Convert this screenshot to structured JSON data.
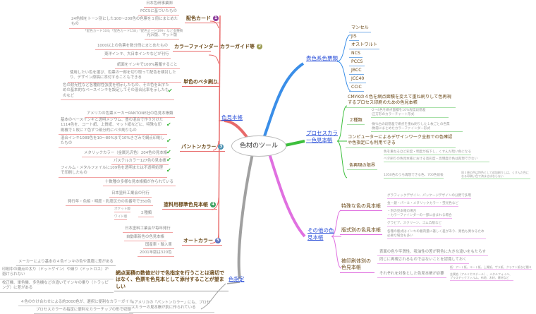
{
  "center": "色材のツール",
  "colors": {
    "red": "#e86a6a",
    "blue": "#3a8ee8",
    "green": "#3cbf3c",
    "magenta": "#e070e0",
    "gray": "#a0a0a0"
  },
  "mihoncho": {
    "label": "色見本帳",
    "haishoku": {
      "label": "配色カード",
      "badge": "1",
      "leaves": [
        "日本色研事業㈱",
        "PCCSに基づいたもの",
        "24色相をトーン別にした100～200色の色票を１冊にまとめたもの",
        "光沢版、マット版"
      ],
      "note": "「配色カード104」「配色カード158」「配色カード199」など多種類"
    },
    "finder": {
      "label": "カラーファインダー カラーガイド等",
      "badge": "2",
      "leaves": [
        "1000以上の色票を数分冊にまとめたもの",
        "東洋インキ、大日本インキなどが刊行"
      ]
    },
    "beta": {
      "label": "単色のベタ刷り",
      "leaves": [
        "紙面をインキで100%着履すること",
        "使用したい色を選び、色票の一部を切り取って配色を検討したり、デザイン原稿に添付することもできる",
        "色の耐光性など各種耐性強度を明示したもの、その色を出すための基本的なベースインキを設定してその混合比率を示したものなど"
      ]
    },
    "pantone": {
      "label": "パントンカラー",
      "badge": "3",
      "leaves": [
        "アメリカの色票メーカーPANTONE社の色見本帳類",
        "基本のベースインキと透明メジウム、墨の混合で作り分けた1114色を、コート紙、上質紙、マット紙などに、特殊な印刷機で１枚に７色ずつ部分的にベタ刷りもの",
        "混合インキ1089色を10～80%まで10%きざみで網点印刷したもの",
        "メタリックカラー（金属光沢色）204色の見本帳",
        "パステルカラー127色の見本帳",
        "フィルム・メタルフォイルに109色を透明または不透明処理で印刷したもの",
        "十数種の多様な見本帳類が作られている"
      ]
    },
    "toryo": {
      "label": "塗料用標準色見本帳",
      "badge": "4",
      "leaves": [
        "日本塗料工業会の刊行",
        "発行年・色相・明度・彩度区分の色番号で350色",
        "２種類"
      ],
      "types": [
        "ポケット版",
        "ワイド版"
      ]
    },
    "auto": {
      "label": "オートカラー",
      "badge": "5",
      "leaves": [
        "日本塗料工業会が毎年発行",
        "自動車新色の色見本帳",
        "国産車・輸入車",
        "2001年版は320色"
      ]
    }
  },
  "hyoshoku": {
    "label": "表色系色票類",
    "items": [
      "マンセル",
      "JIS",
      "オストワルト",
      "NCS",
      "PCCS",
      "JBCC",
      "JCC40",
      "CCIC"
    ]
  },
  "process": {
    "label": "プロセスカラー色見本帳",
    "cmyk": "CMYKの４色を網点面積を変えて重ね刷りして色再現するプロセス印刷のための色見本帳",
    "types": {
      "label": "２種類",
      "a": [
        "-2～4色を網点面積を10%程度段階差",
        "-正方形のカラーチャート形式"
      ],
      "b": [
        "-数%台の段階差で網点を重ね刷りした１枚ごとの色票",
        "-数冊にまとめたカラーファインダー形式"
      ]
    },
    "computer": "コンピューターによるデザインワーク全般での色確認や色指定にも利用できる",
    "limit": {
      "label": "色再現の限界",
      "leaves": [
        "色を重ねるほど彩度・明度が低下し、くすんだ暗い色になる",
        "ベタ刷りの色見本帳における高彩度・高明度の色は再現できない",
        "1050色のうち再現できる色、700色前後"
      ],
      "note": "同３原の色は特色として追加刷りしは、くすんだ色になる印刷い色で済ませばならない"
    }
  },
  "other": {
    "label": "その他の色見本帳",
    "special": {
      "label": "特殊な色の見本帳",
      "leaves": [
        "グラフィックデザイン、パッケージデザインの分野で多用",
        "金・銀・パール・メタリックカラー・蛍光色など",
        "・別の見本帳の場合\n・カラーファインダーの一部に含まれる場合"
      ]
    },
    "hanshiki": {
      "label": "版式別の色見本帳",
      "leaves": [
        "グラビア、スクリーン、ゴム凸版など",
        "各種の版式はインキの着肉量に著しく差があり、発色も異なるため必要な場合も多い"
      ]
    },
    "hiinsatsu": {
      "label": "被印刷体別の色見本帳",
      "leaves": [
        "表面の色や平滑性、吸油性の差が発色に大きな違いをもたらす",
        "同じに再現されるものではないことを認識しておく",
        "それぞれを対象とした色見本帳が必要"
      ],
      "sub": [
        "紙：アート紙、コート紙、上質紙、ザラ紙、クラフト紙など種々",
        "金属箔（アルミやスチール）、メタルフォイル、プラスチックフィルム、布地、木材、建材など"
      ]
    }
  },
  "shitei": {
    "label": "色指定",
    "main": "網点面積の数値だけで色指定を行うことは適切ではなく、色票を色見本として添付することが望ましい",
    "leaves": [
      "メーカーにより基本の４色インキの色や濃度に差がある",
      "印刷中の網点の太り（ドットゲイン）や細り（ドットロス）が避けられない",
      "校正機、単色機、多色機などの違いでインキの乗り（トラッピング）に差がある"
    ],
    "pantone_note": "※アメリカの「パントンカラー」にも、プロセスカラーの見本帳が別に作られている",
    "pantone_leaves": [
      "４色のかけ合わせによる約3000色が、選択に便利なカラーガイド",
      "プロセスカラーの指定に便利なカラーチップの形で収録"
    ]
  }
}
